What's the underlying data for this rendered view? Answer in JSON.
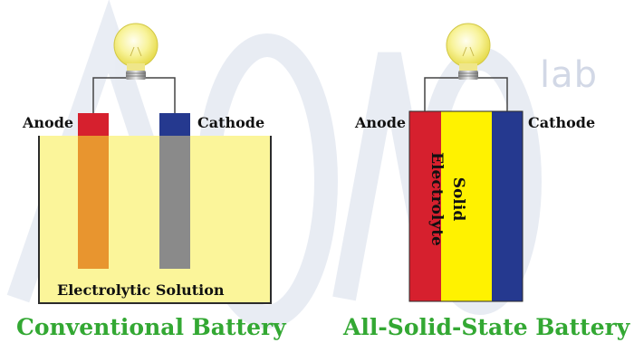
{
  "watermark": {
    "brand_suffix": "lab"
  },
  "conventional": {
    "anode_label": "Anode",
    "cathode_label": "Cathode",
    "electrolyte_label": "Electrolytic Solution",
    "title": "Conventional Battery"
  },
  "solid_state": {
    "anode_label": "Anode",
    "cathode_label": "Cathode",
    "electrolyte_line1": "Solid",
    "electrolyte_line2": "Electrolyte",
    "title": "All-Solid-State Battery"
  },
  "colors": {
    "anode": "#d6202e",
    "cathode": "#25398f",
    "electrolyte_liquid": "#fbf59a",
    "solid_electrolyte": "#fff200",
    "title_green": "#33a833",
    "bulb": "#f6ef7a"
  },
  "icons": {
    "light_bulb": "light-bulb-icon"
  }
}
